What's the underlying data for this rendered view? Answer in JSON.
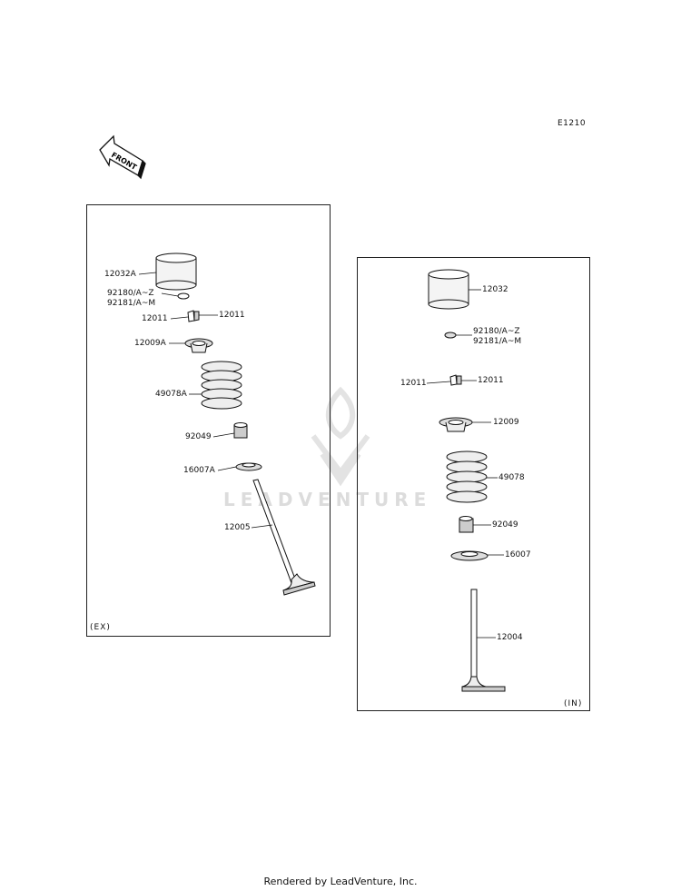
{
  "diagram_code": "E1210",
  "front_arrow": {
    "text": "FRONT",
    "icon": "front-arrow-icon"
  },
  "watermark": {
    "text": "LEADVENTURE",
    "icon": "leadventure-logo-icon"
  },
  "panels": {
    "exhaust": {
      "tag": "(EX)",
      "labels": {
        "tappet": "12032A",
        "shim_a": "92180/A~Z",
        "shim_b": "92181/A~M",
        "cotter_left": "12011",
        "cotter_right": "12011",
        "retainer": "12009A",
        "spring": "49078A",
        "oil_seal": "92049",
        "spring_seat": "16007A",
        "valve": "12005"
      }
    },
    "intake": {
      "tag": "(IN)",
      "labels": {
        "tappet": "12032",
        "shim_a": "92180/A~Z",
        "shim_b": "92181/A~M",
        "cotter_left": "12011",
        "cotter_right": "12011",
        "retainer": "12009",
        "spring": "49078",
        "oil_seal": "92049",
        "spring_seat": "16007",
        "valve": "12004"
      }
    }
  },
  "footer": "Rendered by LeadVenture, Inc."
}
